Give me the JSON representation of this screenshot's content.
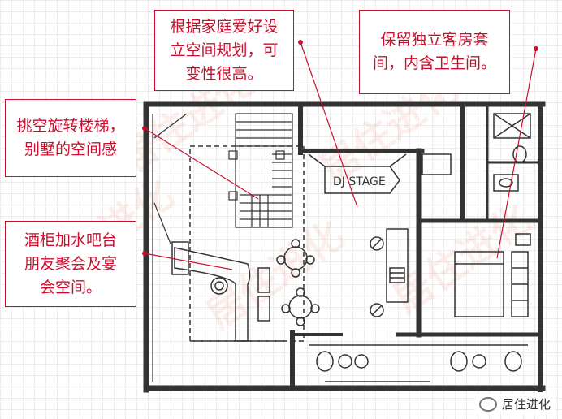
{
  "callouts": {
    "planning": "根据家庭爱好设\n立空间规划，可\n变性很高。",
    "guest": "保留独立客房套\n间，内含卫生间。",
    "stair": "挑空旋转楼梯，\n别墅的空间感",
    "bar": "酒柜加水吧台\n朋友聚会及宴\n会空间。"
  },
  "plan": {
    "stage_label": "DJ STAGE"
  },
  "watermark": {
    "text": "居住进化"
  },
  "brand": {
    "text": "居住进化"
  },
  "colors": {
    "callout_border": "#c8102e",
    "callout_text": "#c8102e",
    "wall": "#333333",
    "leader": "#c8102e"
  }
}
